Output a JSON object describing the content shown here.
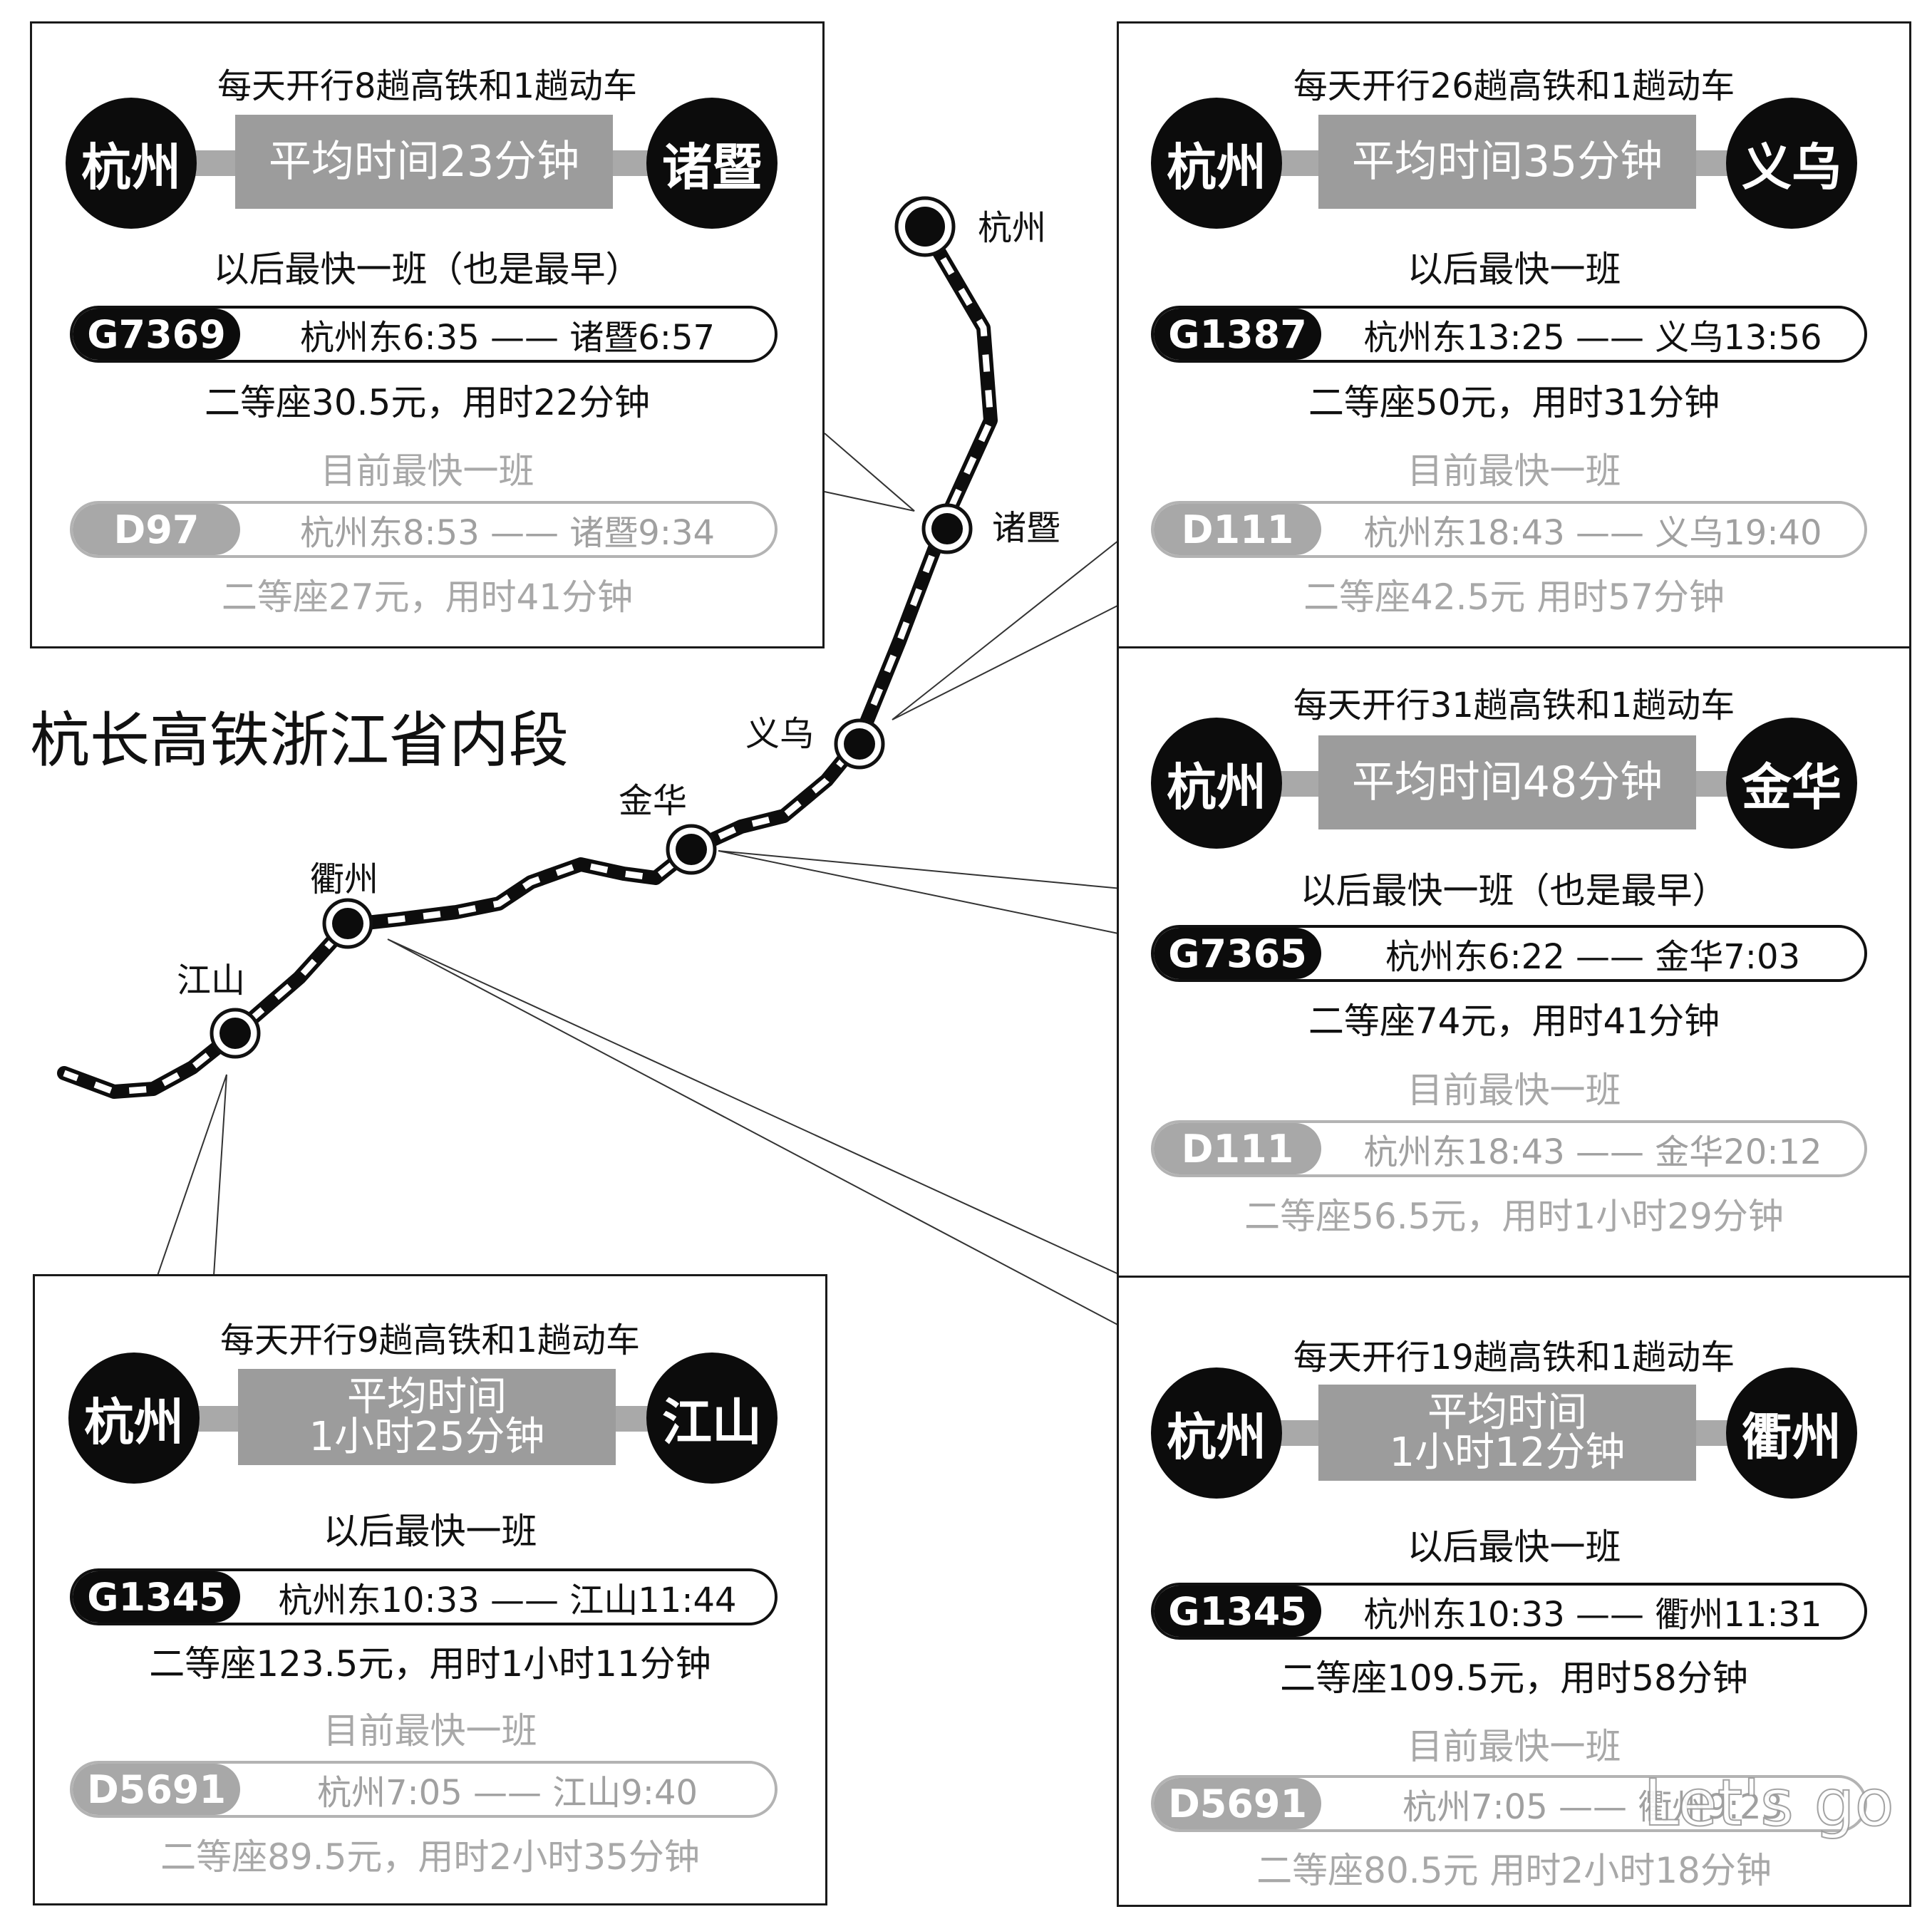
{
  "title": "杭长高铁浙江省内段",
  "watermark": "Let's go",
  "map": {
    "stations": {
      "hangzhou": "杭州",
      "zhuji": "诸暨",
      "yiwu": "义乌",
      "jinhua": "金华",
      "quzhou": "衢州",
      "jiangshan": "江山"
    }
  },
  "panels": {
    "zhuji": {
      "daily": "每天开行8趟高铁和1趟动车",
      "from": "杭州",
      "to": "诸暨",
      "avg": "平均时间23分钟",
      "future_label": "以后最快一班（也是最早）",
      "future_code": "G7369",
      "future_route": "杭州东6:35 —— 诸暨6:57",
      "future_price": "二等座30.5元，用时22分钟",
      "current_label": "目前最快一班",
      "current_code": "D97",
      "current_route": "杭州东8:53 —— 诸暨9:34",
      "current_price": "二等座27元，用时41分钟"
    },
    "yiwu": {
      "daily": "每天开行26趟高铁和1趟动车",
      "from": "杭州",
      "to": "义乌",
      "avg": "平均时间35分钟",
      "future_label": "以后最快一班",
      "future_code": "G1387",
      "future_route": "杭州东13:25 —— 义乌13:56",
      "future_price": "二等座50元，用时31分钟",
      "current_label": "目前最快一班",
      "current_code": "D111",
      "current_route": "杭州东18:43 —— 义乌19:40",
      "current_price": "二等座42.5元  用时57分钟"
    },
    "jinhua": {
      "daily": "每天开行31趟高铁和1趟动车",
      "from": "杭州",
      "to": "金华",
      "avg": "平均时间48分钟",
      "future_label": "以后最快一班（也是最早）",
      "future_code": "G7365",
      "future_route": "杭州东6:22 —— 金华7:03",
      "future_price": "二等座74元，用时41分钟",
      "current_label": "目前最快一班",
      "current_code": "D111",
      "current_route": "杭州东18:43 —— 金华20:12",
      "current_price": "二等座56.5元，用时1小时29分钟"
    },
    "jiangshan": {
      "daily": "每天开行9趟高铁和1趟动车",
      "from": "杭州",
      "to": "江山",
      "avg_line1": "平均时间",
      "avg_line2": "1小时25分钟",
      "future_label": "以后最快一班",
      "future_code": "G1345",
      "future_route": "杭州东10:33 —— 江山11:44",
      "future_price": "二等座123.5元，用时1小时11分钟",
      "current_label": "目前最快一班",
      "current_code": "D5691",
      "current_route": "杭州7:05 —— 江山9:40",
      "current_price": "二等座89.5元，用时2小时35分钟"
    },
    "quzhou": {
      "daily": "每天开行19趟高铁和1趟动车",
      "from": "杭州",
      "to": "衢州",
      "avg_line1": "平均时间",
      "avg_line2": "1小时12分钟",
      "future_label": "以后最快一班",
      "future_code": "G1345",
      "future_route": "杭州东10:33 —— 衢州11:31",
      "future_price": "二等座109.5元，用时58分钟",
      "current_label": "目前最快一班",
      "current_code": "D5691",
      "current_route": "杭州7:05 —— 衢州9:23",
      "current_price": "二等座80.5元  用时2小时18分钟"
    }
  }
}
